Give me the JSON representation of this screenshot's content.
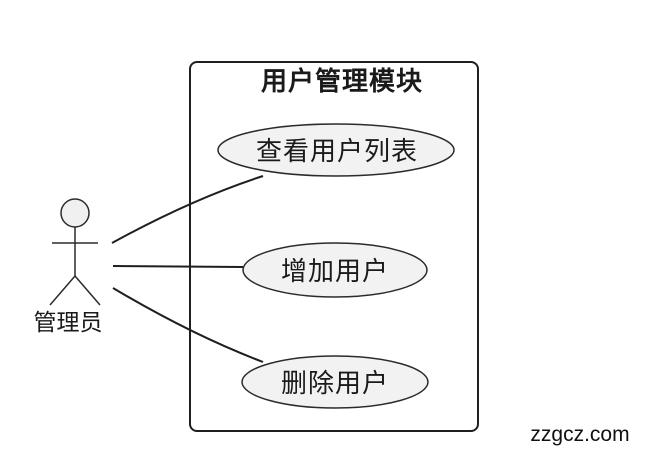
{
  "diagram": {
    "type": "uml-use-case-diagram",
    "system": {
      "title": "用户管理模块"
    },
    "actor": {
      "label": "管理员"
    },
    "use_cases": [
      {
        "id": "view-user-list",
        "label": "查看用户列表"
      },
      {
        "id": "add-user",
        "label": "增加用户"
      },
      {
        "id": "delete-user",
        "label": "删除用户"
      }
    ],
    "associations": [
      {
        "from": "管理员",
        "to": "查看用户列表"
      },
      {
        "from": "管理员",
        "to": "增加用户"
      },
      {
        "from": "管理员",
        "to": "删除用户"
      }
    ],
    "colors": {
      "background": "#ffffff",
      "stroke": "#1f1f1f",
      "ellipse_fill": "#f2f2f2",
      "actor_head_fill": "#f0f0f0"
    }
  },
  "watermark": {
    "text": "zzgcz.com"
  }
}
